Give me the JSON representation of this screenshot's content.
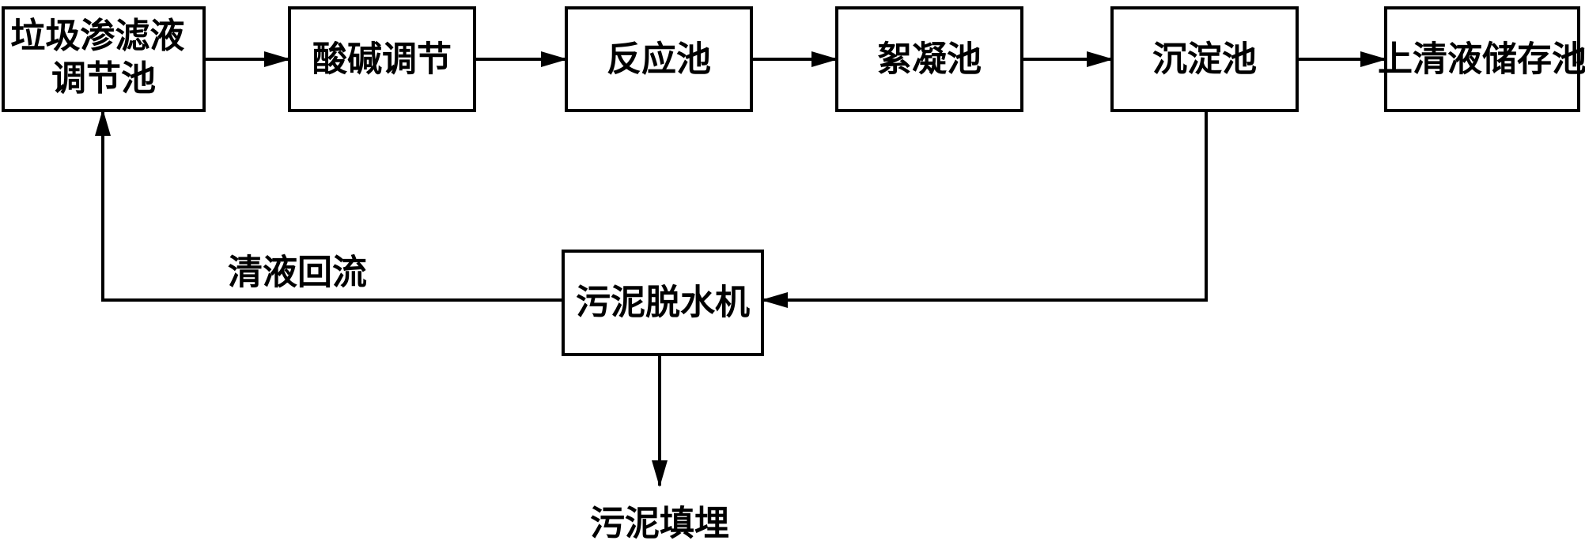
{
  "diagram": {
    "nodes": {
      "leachate_tank": {
        "lines": [
          "垃圾渗滤液",
          "调节池"
        ]
      },
      "acid_base": {
        "label": "酸碱调节"
      },
      "reaction": {
        "label": "反应池"
      },
      "flocculation": {
        "label": "絮凝池"
      },
      "sedimentation": {
        "label": "沉淀池"
      },
      "supernatant": {
        "label": "上清液储存池"
      },
      "dewater": {
        "label": "污泥脱水机"
      }
    },
    "labels": {
      "recycle": "清液回流",
      "landfill": "污泥填埋"
    }
  }
}
